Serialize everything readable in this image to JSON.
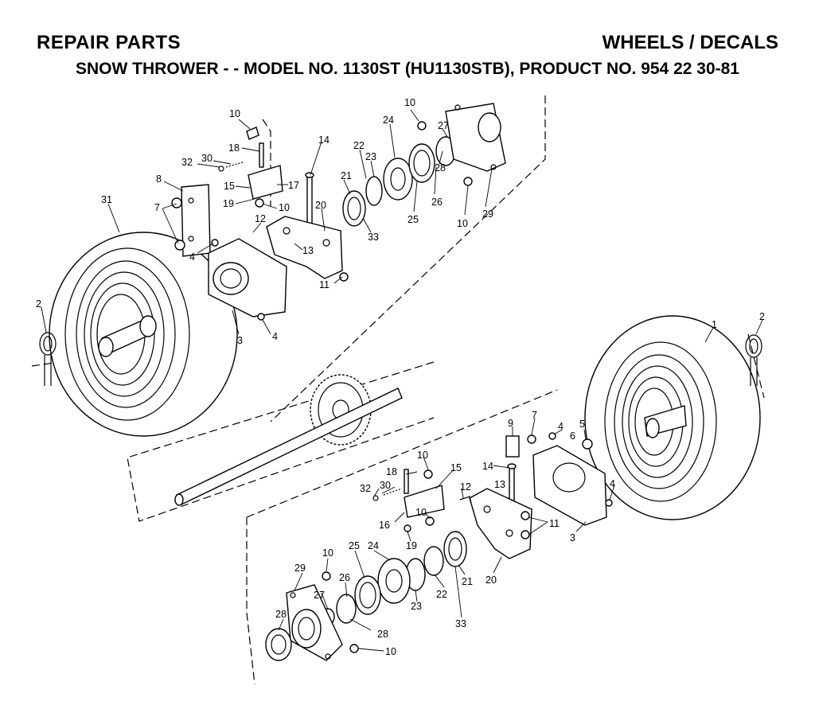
{
  "header": {
    "left_title": "REPAIR PARTS",
    "right_title": "WHEELS / DECALS",
    "subtitle": "SNOW THROWER - - MODEL NO. 1130ST (HU1130STB), PRODUCT NO. 954 22 30-81"
  },
  "callouts": {
    "top": [
      "10",
      "18",
      "30",
      "32",
      "8",
      "15",
      "19",
      "17",
      "10",
      "14",
      "22",
      "21",
      "23",
      "24",
      "10",
      "27",
      "28",
      "26",
      "25",
      "33",
      "20",
      "12",
      "13",
      "11",
      "31",
      "7",
      "4",
      "3",
      "4",
      "2",
      "10",
      "29"
    ],
    "bottom": [
      "1",
      "2",
      "9",
      "7",
      "4",
      "5",
      "6",
      "14",
      "13",
      "18",
      "10",
      "15",
      "30",
      "32",
      "12",
      "16",
      "10",
      "19",
      "11",
      "3",
      "4",
      "20",
      "21",
      "10",
      "29",
      "25",
      "24",
      "26",
      "27",
      "22",
      "23",
      "33",
      "28",
      "28",
      "10"
    ]
  }
}
